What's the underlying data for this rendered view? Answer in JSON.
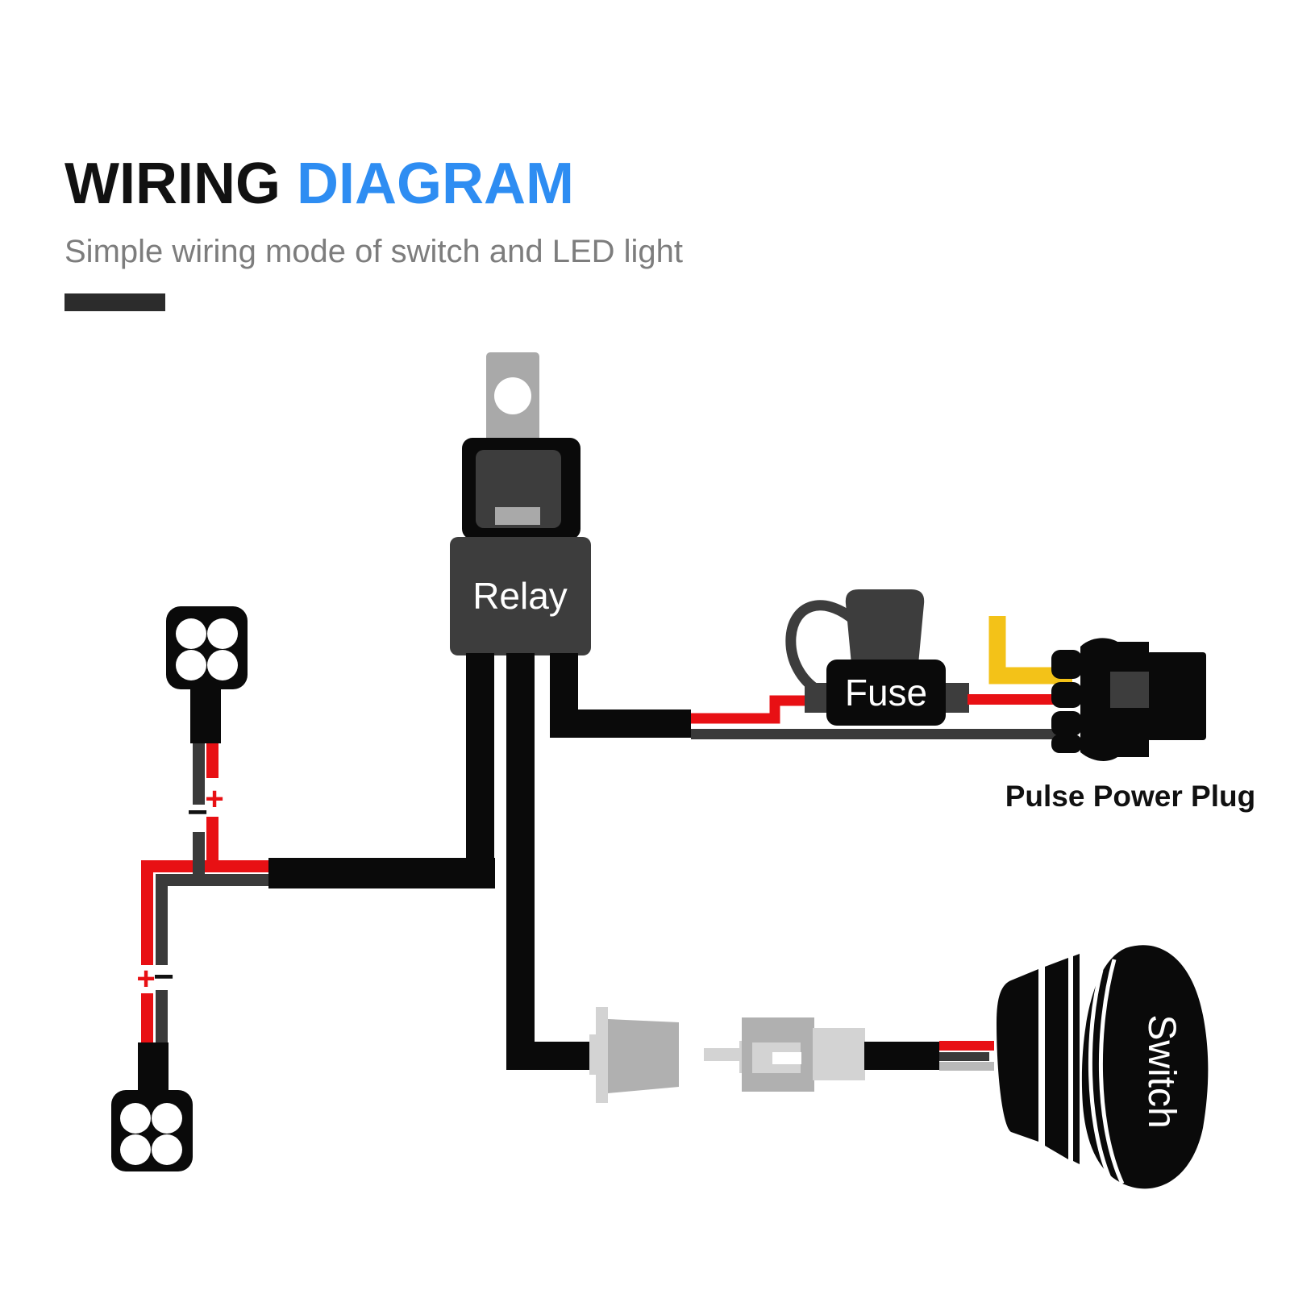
{
  "header": {
    "title_primary": "WIRING ",
    "title_accent": "DIAGRAM",
    "subtitle": "Simple wiring mode of switch and LED light"
  },
  "components": {
    "relay_label": "Relay",
    "fuse_label": "Fuse",
    "plug_label": "Pulse Power Plug",
    "switch_label": "Switch"
  },
  "polarity": {
    "led1_plus": "+",
    "led1_minus": "−",
    "led2_plus": "+",
    "led2_minus": "−"
  },
  "colors": {
    "accent_blue": "#2e8df2",
    "wire_red": "#e81014",
    "wire_yellow": "#f3c218",
    "wire_dark_gray": "#3a3a3a",
    "component_dark": "#3d3d3d",
    "component_black": "#0a0a0a",
    "connector_gray": "#b0b0b0",
    "connector_light_gray": "#d3d3d3",
    "subtitle_gray": "#7d7d7d"
  }
}
